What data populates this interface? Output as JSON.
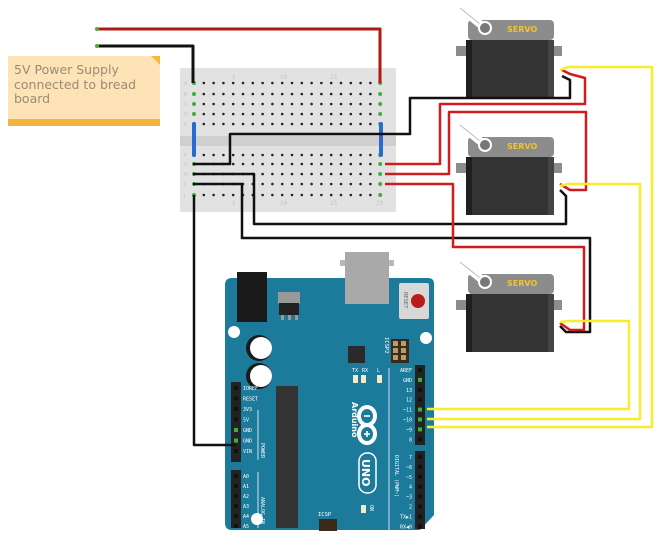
{
  "note": {
    "text_lines": [
      "5V Power Supply",
      "connected to bread",
      "board"
    ]
  },
  "breadboard": {
    "column_labels": [
      "5",
      "10",
      "15",
      "20"
    ],
    "row_labels_top": [
      "A",
      "B",
      "C",
      "D",
      "E"
    ],
    "row_labels_bottom": [
      "F",
      "G",
      "H",
      "I",
      "J"
    ]
  },
  "servos": [
    {
      "label": "SERVO"
    },
    {
      "label": "SERVO"
    },
    {
      "label": "SERVO"
    }
  ],
  "arduino": {
    "brand": "Arduino",
    "model": "UNO",
    "reset_label": "RESET",
    "icsp2_label": "ICSP2",
    "icsp_label": "ICSP",
    "tx_label": "TX",
    "rx_label": "RX",
    "l_label": "L",
    "on_label": "ON",
    "power_header_label": "POWER",
    "analog_header_label": "ANALOG IN",
    "digital_header_label": "DIGITAL (PWM~)",
    "power_pins": [
      "IOREF",
      "RESET",
      "3V3",
      "5V",
      "GND",
      "GND",
      "VIN"
    ],
    "analog_pins": [
      "A0",
      "A1",
      "A2",
      "A3",
      "A4",
      "A5"
    ],
    "digital_top_pins": [
      "AREF",
      "GND",
      "13",
      "12",
      "~11",
      "~10",
      "~9",
      "8"
    ],
    "digital_bottom_pins": [
      "7",
      "~6",
      "~5",
      "4",
      "~3",
      "2",
      "TX▶1",
      "RX◀0"
    ]
  },
  "colors": {
    "power_wire": "#d01c1c",
    "ground_wire": "#111111",
    "signal_wire": "#f5ee2a",
    "board": "#1c7a9a",
    "servo_body": "#333333",
    "servo_top": "#8c8c8c",
    "servo_text": "#f2c230",
    "note_bg": "#fde3b6",
    "note_bar": "#f4b440"
  }
}
